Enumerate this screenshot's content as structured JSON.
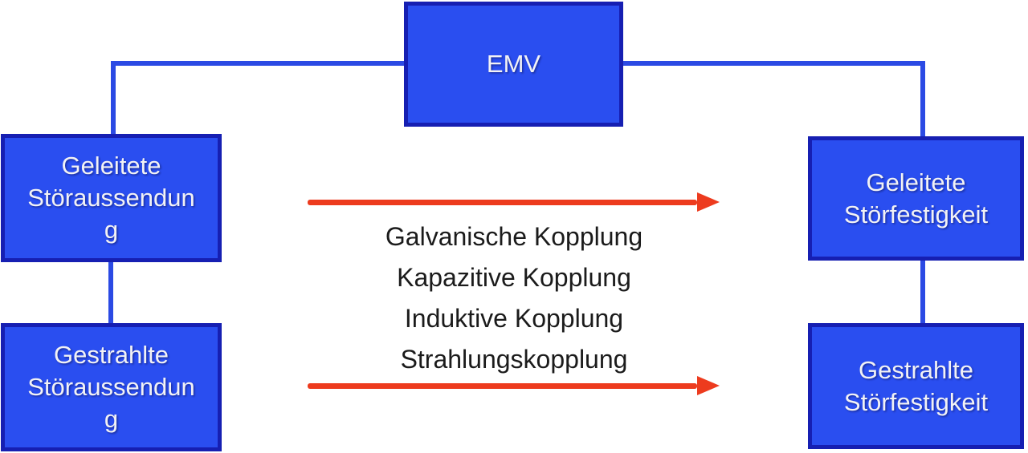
{
  "diagram": {
    "emv_box": {
      "label": "EMV"
    },
    "boxes": {
      "left_top": {
        "lines": [
          "Geleitete",
          "Störaussendun",
          "g"
        ]
      },
      "left_bottom": {
        "lines": [
          "Gestrahlte",
          "Störaussendun",
          "g"
        ]
      },
      "right_top": {
        "lines": [
          "Geleitete",
          "Störfestigkeit"
        ]
      },
      "right_bottom": {
        "lines": [
          "Gestrahlte",
          "Störfestigkeit"
        ]
      }
    },
    "coupling_labels": [
      "Galvanische Kopplung",
      "Kapazitive Kopplung",
      "Induktive Kopplung",
      "Strahlungskopplung"
    ],
    "colors": {
      "box_fill": "#2A4EF0",
      "box_border": "#161FB2",
      "connector": "#2B4AE4",
      "arrow": "#ED3B1E",
      "text_light": "#F2F2F5",
      "text_dark": "#1B1B1B"
    }
  }
}
